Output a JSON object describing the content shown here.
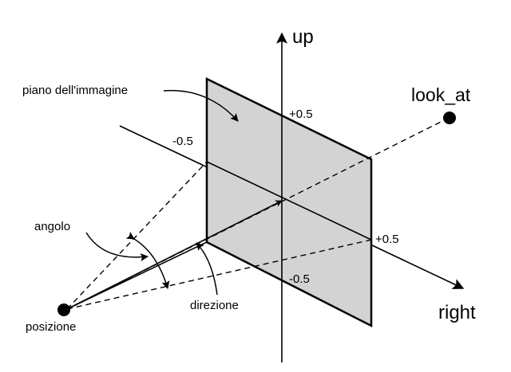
{
  "labels": {
    "up": "up",
    "right": "right",
    "look_at": "look_at",
    "piano": "piano dell'immagine",
    "angolo": "angolo",
    "direzione": "direzione",
    "posizione": "posizione",
    "tick_top": "+0.5",
    "tick_left": "-0.5",
    "tick_right": "+0.5",
    "tick_bottom": "-0.5"
  },
  "colors": {
    "plane_fill": "#d3d3d3",
    "ink": "#000000"
  }
}
